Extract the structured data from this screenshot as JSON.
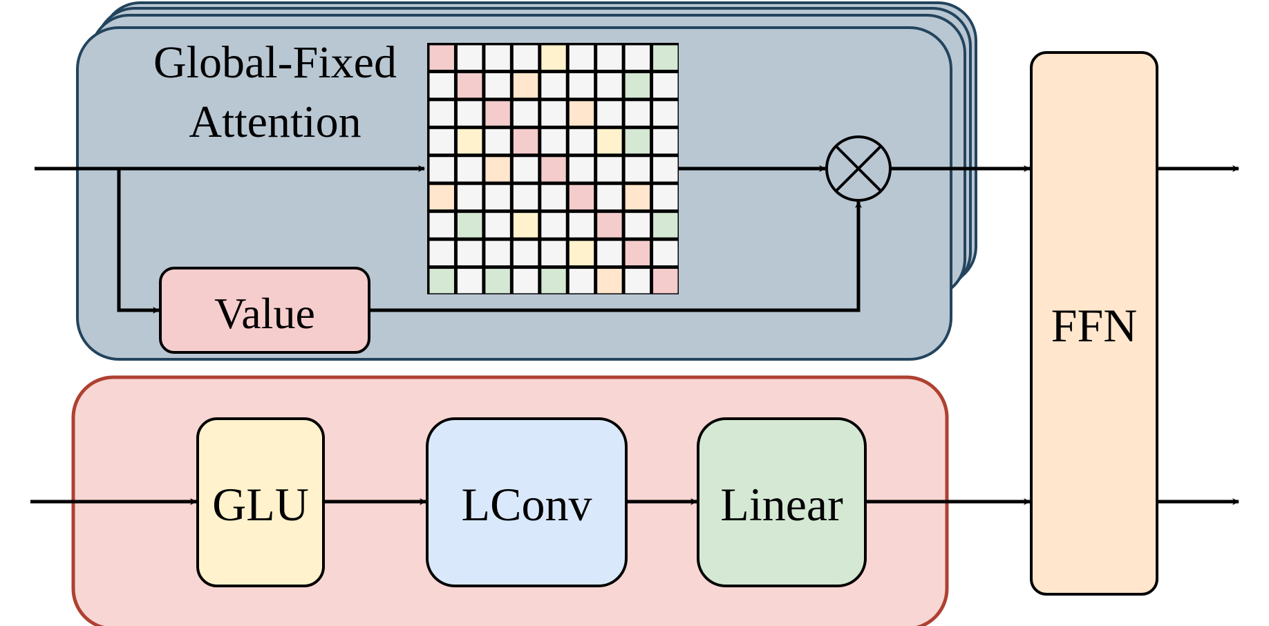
{
  "attention": {
    "title_line1": "Global-Fixed",
    "title_line2": "Attention",
    "value_label": "Value",
    "matrix": [
      [
        "r",
        "w",
        "w",
        "w",
        "y",
        "w",
        "w",
        "w",
        "g"
      ],
      [
        "w",
        "r",
        "w",
        "o",
        "w",
        "w",
        "w",
        "g",
        "w"
      ],
      [
        "w",
        "w",
        "r",
        "w",
        "w",
        "o",
        "w",
        "w",
        "w"
      ],
      [
        "w",
        "y",
        "w",
        "r",
        "w",
        "w",
        "y",
        "g",
        "w"
      ],
      [
        "w",
        "w",
        "o",
        "w",
        "r",
        "w",
        "w",
        "w",
        "w"
      ],
      [
        "o",
        "w",
        "w",
        "w",
        "w",
        "r",
        "w",
        "o",
        "w"
      ],
      [
        "w",
        "g",
        "w",
        "y",
        "w",
        "w",
        "r",
        "w",
        "g"
      ],
      [
        "w",
        "w",
        "w",
        "w",
        "w",
        "y",
        "w",
        "r",
        "w"
      ],
      [
        "g",
        "w",
        "g",
        "w",
        "g",
        "w",
        "o",
        "w",
        "r"
      ]
    ]
  },
  "conv": {
    "glu_label": "GLU",
    "lconv_label": "LConv",
    "linear_label": "Linear"
  },
  "ffn": {
    "label": "FFN"
  },
  "colors": {
    "attention_fill": "#b9c7d3",
    "attention_border": "#23445d",
    "conv_fill": "#f8d6d3",
    "conv_border": "#ae4132",
    "value_fill": "#f6cdcd",
    "glu_fill": "#fff2cc",
    "lconv_fill": "#dae8fc",
    "linear_fill": "#d5e8d4",
    "ffn_fill": "#ffe6cc",
    "cell_white": "#f5f5f5",
    "cell_red": "#f4cccc",
    "cell_yellow": "#fff2cc",
    "cell_orange": "#ffe6cc",
    "cell_green": "#d5e8d4"
  }
}
